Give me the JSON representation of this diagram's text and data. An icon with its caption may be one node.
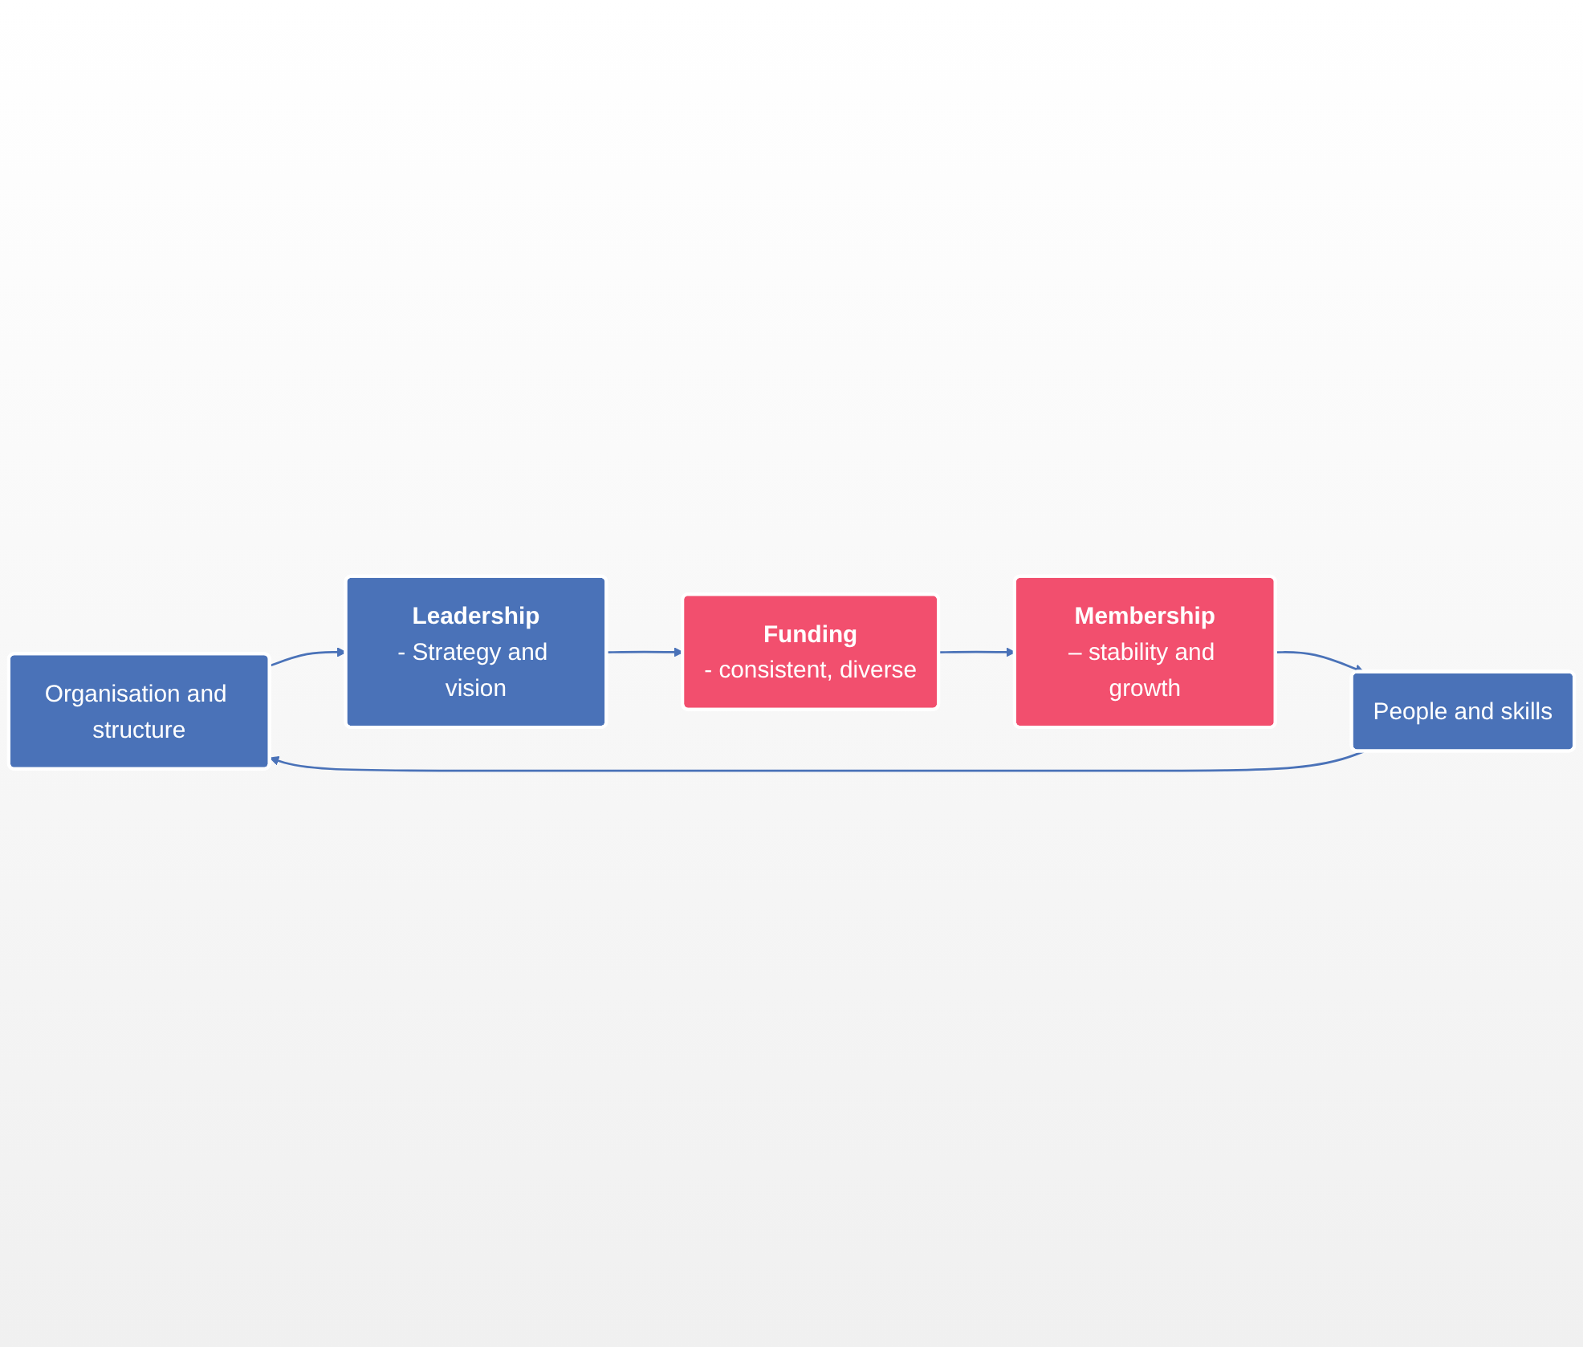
{
  "diagram": {
    "nodes": [
      {
        "text": [
          "Organisation and structure"
        ]
      },
      {
        "text": [
          "Leadership",
          "- Strategy and vision"
        ]
      },
      {
        "text": [
          "Funding",
          "- consistent, diverse"
        ]
      },
      {
        "text": [
          "Membership",
          "– stability and growth"
        ]
      },
      {
        "text": [
          "People and skills"
        ]
      }
    ],
    "edges": [
      {
        "from": 0,
        "to": 1,
        "arrow": "to"
      },
      {
        "from": 1,
        "to": 2,
        "arrow": "to"
      },
      {
        "from": 2,
        "to": 3,
        "arrow": "to"
      },
      {
        "from": 3,
        "to": 4,
        "arrow": "to"
      },
      {
        "from": 4,
        "to": 0,
        "arrow": "to"
      }
    ]
  }
}
